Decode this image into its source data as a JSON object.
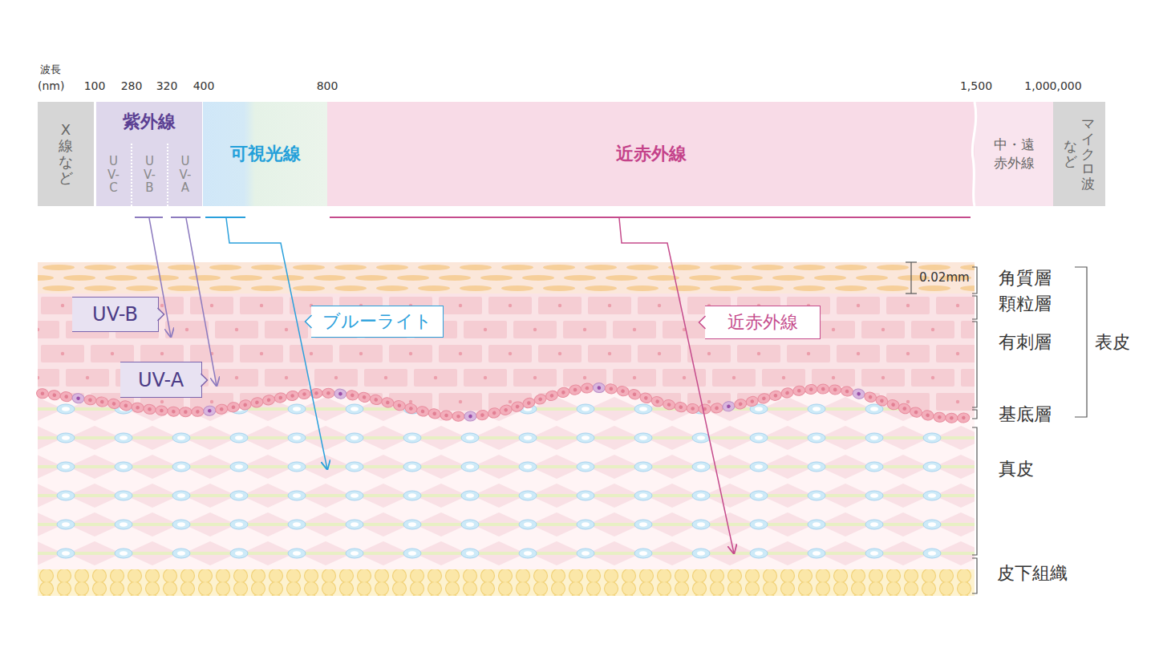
{
  "diagram": {
    "nodes": [
      {
        "text": [
          "X線など"
        ]
      },
      {
        "text": [
          "紫外線"
        ]
      },
      {
        "text": [
          "UV-C"
        ],
        "in": 1
      },
      {
        "text": [
          "UV-B"
        ],
        "in": 1
      },
      {
        "text": [
          "UV-A"
        ],
        "in": 1
      },
      {
        "text": [
          "可視光線"
        ]
      },
      {
        "text": [
          "近赤外線"
        ]
      },
      {
        "text": [
          "中・遠 赤外線"
        ]
      },
      {
        "text": [
          "マイクロ波",
          "など"
        ]
      },
      {
        "text": [
          "UV-B"
        ]
      },
      {
        "text": [
          "UV-A"
        ]
      },
      {
        "text": [
          "ブルーライト"
        ]
      },
      {
        "text": [
          "近赤外線"
        ]
      }
    ],
    "labels": [
      "波長",
      "(nm)",
      "100",
      "280",
      "320",
      "400",
      "800",
      "1,500",
      "1,000,000",
      "0.02mm",
      "角質層",
      "顆粒層",
      "有刺層",
      "基底層",
      "真皮",
      "皮下組織",
      "表皮"
    ]
  }
}
